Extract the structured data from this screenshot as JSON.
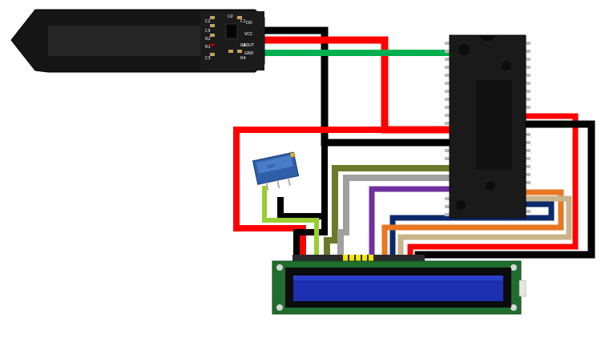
{
  "diagram": {
    "sensor": {
      "pin_labels": [
        "DO",
        "VCC",
        "AOUT",
        "GND"
      ],
      "component_labels": [
        "C2",
        "U2",
        "C5",
        "R2",
        "R1",
        "C1",
        "R3",
        "C3",
        "R4"
      ]
    },
    "potentiometer": {
      "marking": "103"
    },
    "wire_colors": {
      "red": "#ff0000",
      "black": "#000000",
      "green": "#00b050",
      "olive": "#6b7a2a",
      "gray": "#a0a0a0",
      "purple": "#7030a0",
      "orange": "#e87722",
      "navy": "#0c2a6b",
      "tan": "#c9b48a",
      "lightgreen": "#9acd32"
    },
    "lcd_color": "#1c2fb0",
    "pcb_color": "#1f6e2e"
  }
}
